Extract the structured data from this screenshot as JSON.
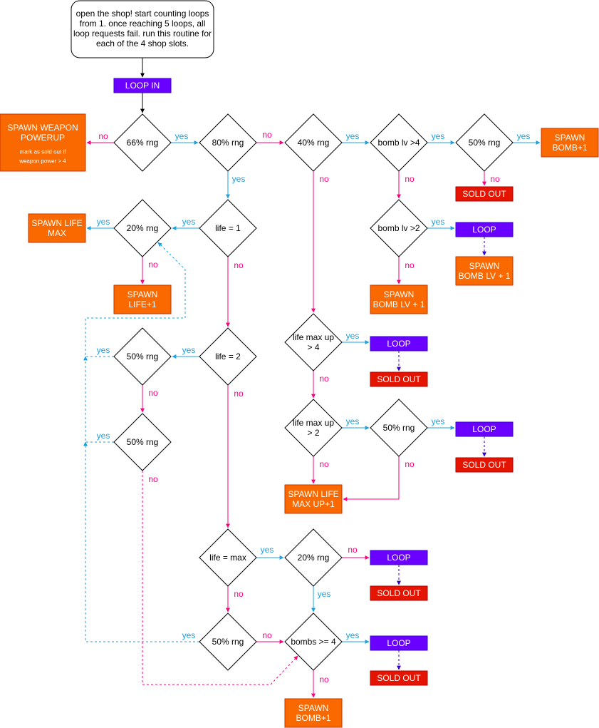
{
  "start_note": [
    "open the shop! start counting loops",
    "from 1. once reaching 5 loops, all",
    "loop requests fail. run this routine for",
    "each of the 4 shop slots."
  ],
  "loop_in": "LOOP IN",
  "weapon": {
    "title": [
      "SPAWN WEAPON",
      "POWERUP"
    ],
    "note": [
      "mark as sold out if",
      "weapon power > 4"
    ]
  },
  "decisions": {
    "rng66": "66% rng",
    "rng80": "80% rng",
    "rng40": "40% rng",
    "bomb_gt4": "bomb lv >4",
    "rng50_bomb": "50% rng",
    "life_eq1": "life = 1",
    "rng20_life": "20% rng",
    "bomb_gt2": "bomb lv >2",
    "life_eq2": "life = 2",
    "rng50_a": "50% rng",
    "rng50_b": "50% rng",
    "lifemax_gt4": [
      "life max up",
      "> 4"
    ],
    "lifemax_gt2": [
      "life max up",
      "> 2"
    ],
    "rng50_lifemax": "50% rng",
    "life_max": "life = max",
    "rng20_bottom": "20% rng",
    "rng50_bottom": "50% rng",
    "bombs_ge4": "bombs >= 4"
  },
  "actions": {
    "spawn_bomb_top": [
      "SPAWN",
      "BOMB+1"
    ],
    "spawn_life_max": [
      "SPAWN LIFE",
      "MAX"
    ],
    "spawn_life1": [
      "SPAWN",
      "LIFE+1"
    ],
    "spawn_bomb_lv": [
      "SPAWN",
      "BOMB LV + 1"
    ],
    "spawn_bomb_lv_right": [
      "SPAWN",
      "BOMB LV + 1"
    ],
    "spawn_lifemax_up": [
      "SPAWN LIFE",
      "MAX UP+1"
    ],
    "spawn_bomb_bottom": [
      "SPAWN",
      "BOMB+1"
    ]
  },
  "loop_label": "LOOP",
  "sold_out_label": "SOLD OUT",
  "edge_labels": {
    "yes": "yes",
    "no": "no"
  },
  "colors": {
    "orange": "#fa6800",
    "orange_border": "#c73500",
    "purple": "#6a00ff",
    "purple_border": "#3700cc",
    "red": "#e51400",
    "red_border": "#b20000",
    "yes_line": "#1ba1e2",
    "no_line": "#ff0080"
  }
}
